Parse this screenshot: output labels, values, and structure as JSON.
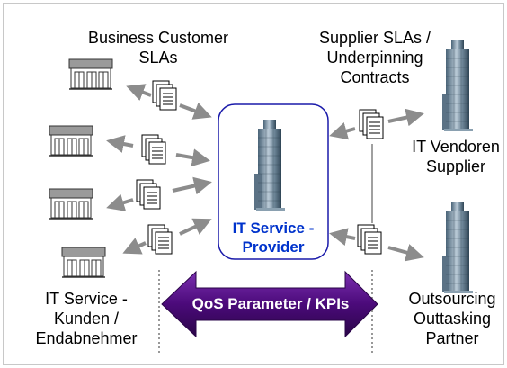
{
  "labels": {
    "business_customer_slas": "Business Customer\nSLAs",
    "supplier_slas": "Supplier SLAs /\nUnderpinning\nContracts",
    "it_vendoren": "IT Vendoren\nSupplier",
    "it_service_provider": "IT Service -\nProvider",
    "it_service_kunden": "IT Service -\nKunden /\nEndabnehmer",
    "outsourcing": "Outsourcing\nOuttasking\nPartner",
    "kpi_bar": "QoS Parameter / KPIs"
  },
  "colors": {
    "provider_border": "#1a1aaa",
    "provider_text": "#0033cc",
    "kpi_bar": "#4b0a7a",
    "arrow": "#8c8c8c",
    "frame": "#c8c8c8"
  },
  "icons": {
    "customer": "shop-building-icon",
    "document": "document-stack-icon",
    "tower": "office-tower-icon"
  }
}
